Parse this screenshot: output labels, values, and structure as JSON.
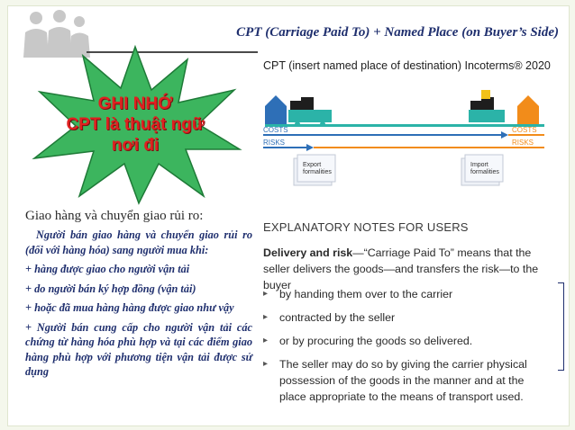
{
  "header": {
    "title": "CPT (Carriage Paid To) + Named Place (on Buyer’s Side)"
  },
  "callout": {
    "lines": [
      "GHI NHỚ",
      "CPT là thuật ngữ",
      "nơi đi"
    ]
  },
  "incoterms_graphic": {
    "title": "CPT (insert named place of destination) Incoterms® 2020",
    "costs_label": "COSTS",
    "risks_label": "RISKS",
    "export_label_1": "Export",
    "export_label_2": "formalities",
    "import_label_1": "Import",
    "import_label_2": "formalities",
    "colors": {
      "blue": "#2e6fb7",
      "teal": "#2bb3a8",
      "orange": "#f28c1a",
      "green": "#2b8a3e"
    }
  },
  "left": {
    "heading": "Giao hàng và chuyển giao rủi ro:",
    "paragraphs": [
      "Người bán giao hàng và chuyển giao rủi ro (đối với hàng hóa) sang người mua khi:",
      "+ hàng được giao cho người vận tải",
      "+ do người bán ký hợp đồng (vận tải)",
      "+ hoặc đã mua hàng hàng được giao như vậy",
      "+ Người bán cung cấp cho người vận tải các chứng từ hàng hóa phù hợp và tại các điểm giao hàng phù hợp với phương tiện vận tải được sử dụng"
    ]
  },
  "notes": {
    "title": "EXPLANATORY NOTES FOR USERS",
    "lead_bold": "Delivery and risk",
    "lead_text": "—“Carriage Paid To” means that the seller delivers the goods—and transfers the risk—to the buyer",
    "bullets": [
      "by handing them over to the carrier",
      "contracted by the seller",
      "or by procuring the goods so delivered.",
      "The seller may do so by giving the carrier physical possession of the goods in the manner and at the place appropriate to the means of transport used."
    ]
  }
}
